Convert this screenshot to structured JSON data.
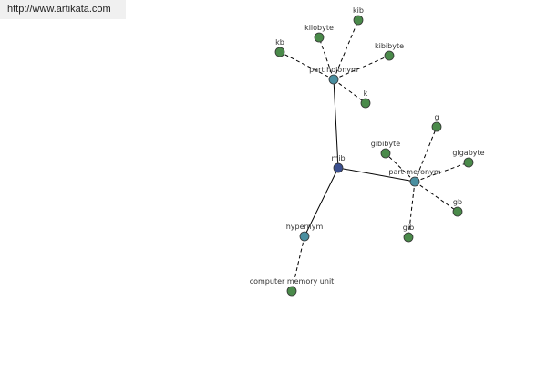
{
  "source_link": "http://www.artikata.com",
  "colors": {
    "center": "#3a4f8f",
    "relation": "#4a8fa0",
    "leaf": "#4a8a4a"
  },
  "graph": {
    "nodes": [
      {
        "id": "mib",
        "label": "mib",
        "kind": "center"
      },
      {
        "id": "part-holonym",
        "label": "part holonym",
        "kind": "relation"
      },
      {
        "id": "part-meronym",
        "label": "part meronym",
        "kind": "relation"
      },
      {
        "id": "hypernym",
        "label": "hypernym",
        "kind": "relation"
      },
      {
        "id": "kib",
        "label": "kib",
        "kind": "leaf"
      },
      {
        "id": "kilobyte",
        "label": "kilobyte",
        "kind": "leaf"
      },
      {
        "id": "kb",
        "label": "kb",
        "kind": "leaf"
      },
      {
        "id": "kibibyte",
        "label": "kibibyte",
        "kind": "leaf"
      },
      {
        "id": "k",
        "label": "k",
        "kind": "leaf"
      },
      {
        "id": "g",
        "label": "g",
        "kind": "leaf"
      },
      {
        "id": "gibibyte",
        "label": "gibibyte",
        "kind": "leaf"
      },
      {
        "id": "gigabyte",
        "label": "gigabyte",
        "kind": "leaf"
      },
      {
        "id": "gb",
        "label": "gb",
        "kind": "leaf"
      },
      {
        "id": "gib",
        "label": "gib",
        "kind": "leaf"
      },
      {
        "id": "computer-memory-unit",
        "label": "computer memory unit",
        "kind": "leaf"
      }
    ],
    "edges": [
      {
        "from": "mib",
        "to": "part-holonym",
        "style": "solid"
      },
      {
        "from": "mib",
        "to": "part-meronym",
        "style": "solid"
      },
      {
        "from": "mib",
        "to": "hypernym",
        "style": "solid"
      },
      {
        "from": "part-holonym",
        "to": "kib",
        "style": "dashed"
      },
      {
        "from": "part-holonym",
        "to": "kilobyte",
        "style": "dashed"
      },
      {
        "from": "part-holonym",
        "to": "kb",
        "style": "dashed"
      },
      {
        "from": "part-holonym",
        "to": "kibibyte",
        "style": "dashed"
      },
      {
        "from": "part-holonym",
        "to": "k",
        "style": "dashed"
      },
      {
        "from": "part-meronym",
        "to": "g",
        "style": "dashed"
      },
      {
        "from": "part-meronym",
        "to": "gibibyte",
        "style": "dashed"
      },
      {
        "from": "part-meronym",
        "to": "gigabyte",
        "style": "dashed"
      },
      {
        "from": "part-meronym",
        "to": "gb",
        "style": "dashed"
      },
      {
        "from": "part-meronym",
        "to": "gib",
        "style": "dashed"
      },
      {
        "from": "hypernym",
        "to": "computer-memory-unit",
        "style": "dashed"
      }
    ]
  }
}
